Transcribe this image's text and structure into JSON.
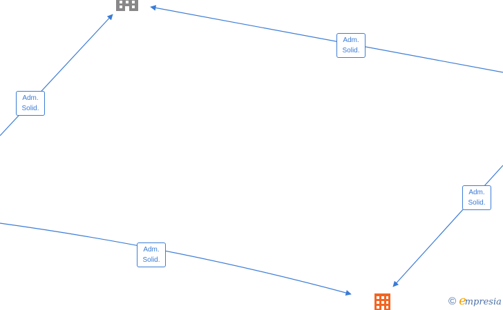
{
  "diagram": {
    "nodes": [
      {
        "id": "company-top",
        "icon": "building-icon",
        "color": "#888888"
      },
      {
        "id": "company-bottom",
        "icon": "building-icon",
        "color": "#f26522"
      }
    ],
    "edges": [
      {
        "id": "edge-left-to-top",
        "label_line1": "Adm.",
        "label_line2": "Solid."
      },
      {
        "id": "edge-right-to-top",
        "label_line1": "Adm.",
        "label_line2": "Solid."
      },
      {
        "id": "edge-left-to-bottom",
        "label_line1": "Adm.",
        "label_line2": "Solid."
      },
      {
        "id": "edge-right-to-bottom",
        "label_line1": "Adm.",
        "label_line2": "Solid."
      }
    ],
    "edge_color": "#3a7bd5"
  },
  "footer": {
    "copyright_symbol": "©",
    "brand_initial": "e",
    "brand_rest": "mpresia"
  }
}
